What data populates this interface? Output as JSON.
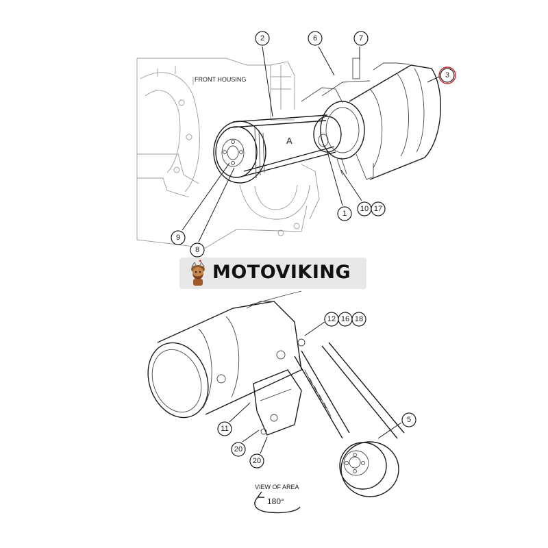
{
  "diagram": {
    "front_housing_label": "FRONT HOUSING",
    "area_label": "A",
    "view_label": "VIEW OF AREA",
    "rotation_label": "180°",
    "highlight_color": "#cc2a2a",
    "callouts_top": [
      "2",
      "6",
      "7",
      "3",
      "9",
      "8",
      "1",
      "10",
      "17"
    ],
    "callouts_bottom": [
      "12",
      "16",
      "18",
      "5",
      "11",
      "20",
      "20"
    ]
  },
  "watermark": {
    "brand_text": "MOTOVIKING",
    "logo_icon": "viking-mascot-icon"
  }
}
